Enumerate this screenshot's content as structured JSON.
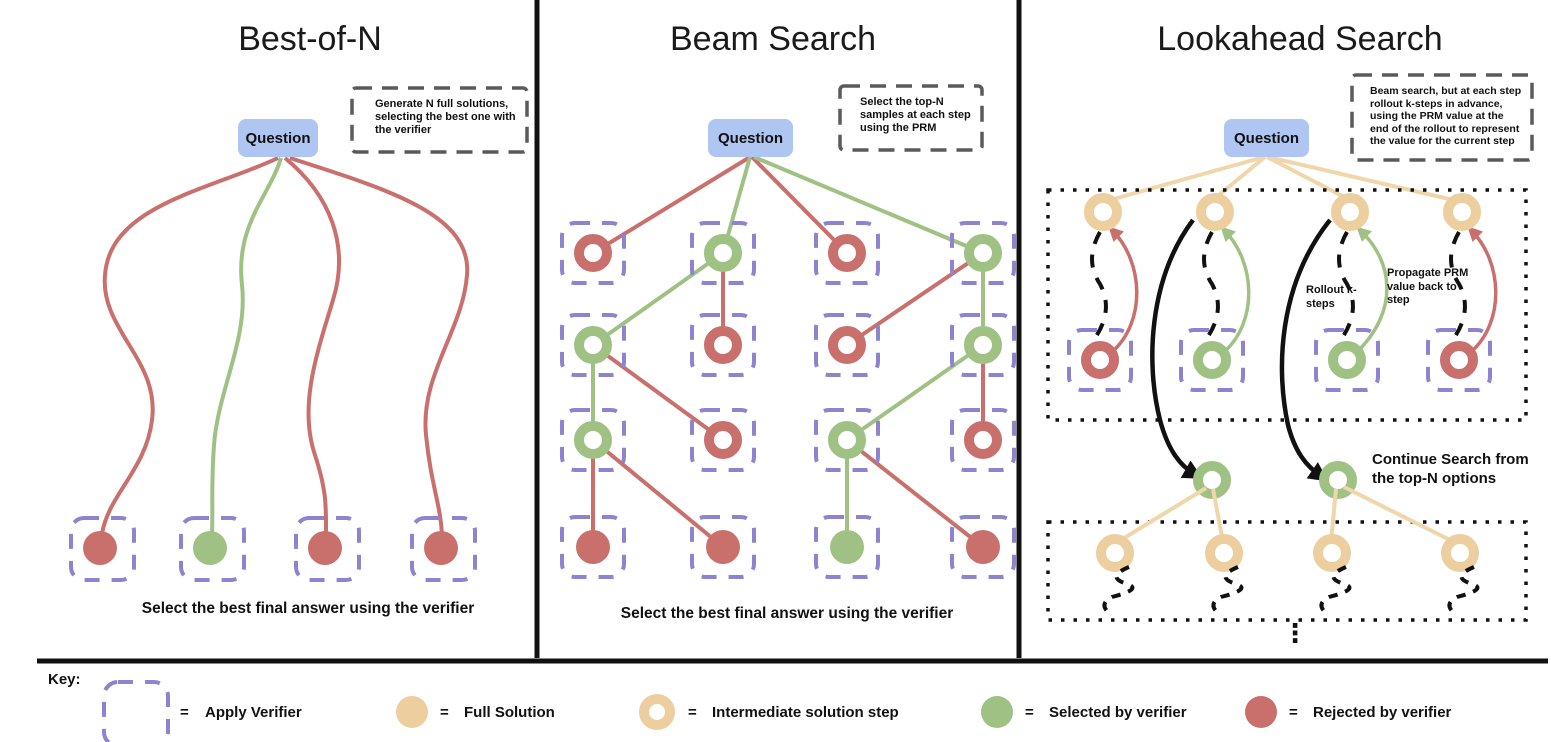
{
  "titles": {
    "best_of_n": "Best-of-N",
    "beam": "Beam Search",
    "lookahead": "Lookahead Search"
  },
  "question_label": "Question",
  "annotations": {
    "best_of_n": "Generate N full solutions, selecting the best one with the verifier",
    "beam": "Select the top-N samples at each step using the PRM",
    "lookahead": "Beam search, but at each step rollout k-steps in advance, using the PRM value at the end of the rollout to represent the value for the current step"
  },
  "captions": {
    "best_of_n": "Select the best final answer using the verifier",
    "beam": "Select the best final answer using the verifier",
    "continue_search": "Continue Search from the top-N options",
    "rollout": "Rollout k-steps",
    "propagate": "Propagate PRM value back to step",
    "ellipsis": "⋮"
  },
  "key": {
    "title": "Key:",
    "equals": "=",
    "items": [
      {
        "symbol": "purple-dashed-box",
        "label": "Apply Verifier"
      },
      {
        "symbol": "tan-filled-circle",
        "label": "Full Solution"
      },
      {
        "symbol": "tan-ring",
        "label": "Intermediate solution step"
      },
      {
        "symbol": "green-filled-circle",
        "label": "Selected by verifier"
      },
      {
        "symbol": "red-filled-circle",
        "label": "Rejected by verifier"
      }
    ]
  },
  "diagram": {
    "best_of_n": {
      "final_answers": [
        "rejected",
        "selected",
        "rejected",
        "rejected"
      ]
    },
    "beam": {
      "rows": [
        [
          "rejected",
          "selected",
          "rejected",
          "selected"
        ],
        [
          "selected",
          "rejected",
          "rejected",
          "selected"
        ],
        [
          "selected",
          "rejected",
          "selected",
          "rejected"
        ],
        [
          "rejected",
          "rejected",
          "selected",
          "rejected"
        ]
      ]
    },
    "lookahead": {
      "top_steps": [
        "intermediate",
        "intermediate",
        "intermediate",
        "intermediate"
      ],
      "rollout_results": [
        "rejected",
        "selected",
        "selected",
        "rejected"
      ],
      "continue_nodes": [
        "selected",
        "selected"
      ],
      "next_steps": [
        "intermediate",
        "intermediate",
        "intermediate",
        "intermediate"
      ]
    }
  },
  "colors": {
    "selected_green": "#A0C184",
    "rejected_red": "#C96F6C",
    "full_solution_tan": "#EDCE9E",
    "edge_tan": "#F0D6AB",
    "verifier_purple": "#8D83CE",
    "question_blue": "#AEC6F1",
    "annotation_gray": "#5A5A5A",
    "black": "#111111"
  }
}
